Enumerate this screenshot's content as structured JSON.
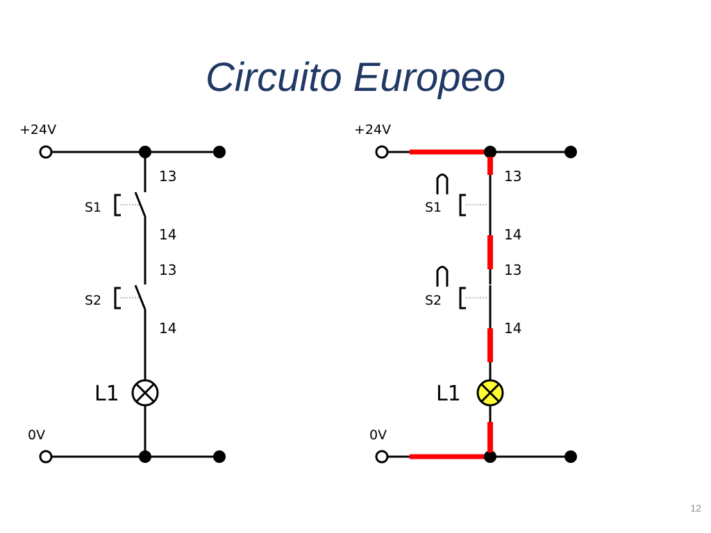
{
  "slide": {
    "title": "Circuito Europeo",
    "page_number": "12"
  },
  "colors": {
    "title": "#1f3864",
    "wire": "#000000",
    "current_path": "#ff0000",
    "lamp_lit": "#ffff33"
  },
  "circuits": [
    {
      "state": "switches-open",
      "supply_label": "+24V",
      "ground_label": "0V",
      "switches": [
        {
          "name": "S1",
          "terminal_top": "13",
          "terminal_bottom": "14",
          "closed": false
        },
        {
          "name": "S2",
          "terminal_top": "13",
          "terminal_bottom": "14",
          "closed": false
        }
      ],
      "lamp": {
        "name": "L1",
        "lit": false
      }
    },
    {
      "state": "switches-pressed",
      "supply_label": "+24V",
      "ground_label": "0V",
      "switches": [
        {
          "name": "S1",
          "terminal_top": "13",
          "terminal_bottom": "14",
          "closed": true
        },
        {
          "name": "S2",
          "terminal_top": "13",
          "terminal_bottom": "14",
          "closed": true
        }
      ],
      "lamp": {
        "name": "L1",
        "lit": true
      }
    }
  ]
}
